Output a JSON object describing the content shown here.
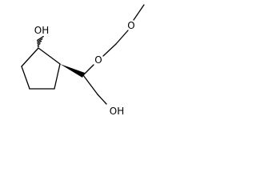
{
  "molecule": {
    "labels": {
      "ring_hydroxyl": "OH",
      "ether_oxygen": "O",
      "terminal_oxygen": "O",
      "side_hydroxyl": "OH"
    },
    "colors": {
      "ink": "#000000",
      "background": "#ffffff"
    },
    "stereo": {
      "c1_oh_bond": "hashed-wedge",
      "c1_c2_bond": "bold-wedge"
    }
  }
}
